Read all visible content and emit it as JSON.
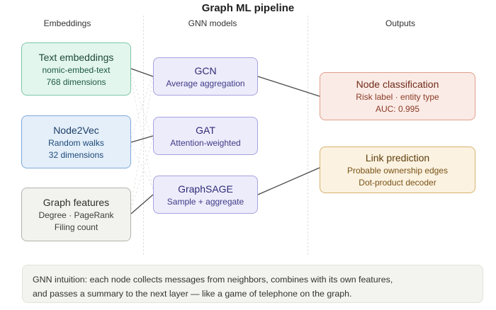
{
  "title": "Graph ML pipeline",
  "columns": {
    "embeddings": "Embeddings",
    "gnn": "GNN models",
    "outputs": "Outputs"
  },
  "inputs": [
    {
      "title": "Text embeddings",
      "lines": [
        "nomic-embed-text",
        "768 dimensions"
      ],
      "color": "#e3f6ee"
    },
    {
      "title": "Node2Vec",
      "lines": [
        "Random walks",
        "32 dimensions"
      ],
      "color": "#e4effa"
    },
    {
      "title": "Graph features",
      "lines": [
        "Degree · PageRank",
        "Filing count"
      ],
      "color": "#f2f2ef"
    }
  ],
  "models": [
    {
      "title": "GCN",
      "subtitle": "Average aggregation",
      "color": "#edecfb"
    },
    {
      "title": "GAT",
      "subtitle": "Attention-weighted",
      "color": "#edecfb"
    },
    {
      "title": "GraphSAGE",
      "subtitle": "Sample + aggregate",
      "color": "#edecfb"
    }
  ],
  "outputs": [
    {
      "title": "Node classification",
      "lines": [
        "Risk label · entity type",
        "AUC: 0.995"
      ],
      "color": "#fbebe6"
    },
    {
      "title": "Link prediction",
      "lines": [
        "Probable ownership edges",
        "Dot-product decoder"
      ],
      "color": "#fbf2e1"
    }
  ],
  "note": {
    "line1": "GNN intuition: each node collects messages from neighbors, combines with its own features,",
    "line2": "and passes a summary to the next layer — like a game of telephone on the graph."
  }
}
